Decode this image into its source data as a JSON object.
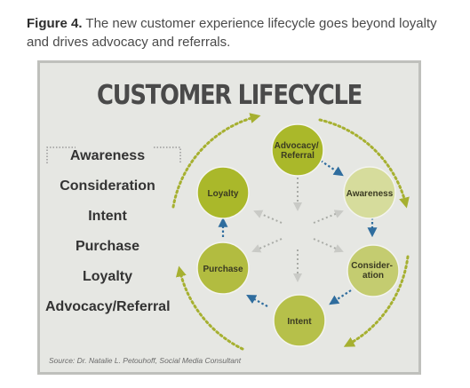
{
  "caption": {
    "label": "Figure 4.",
    "text": "The new customer experience lifecycle goes beyond loyalty and drives advocacy and referrals."
  },
  "diagram": {
    "title": "CUSTOMER LIFECYCLE",
    "stages": [
      "Awareness",
      "Consideration",
      "Intent",
      "Purchase",
      "Loyalty",
      "Advocacy/Referral"
    ],
    "nodes": [
      {
        "id": "advocacy",
        "lines": [
          "Advocacy/",
          "Referral"
        ],
        "color": "#aab82a"
      },
      {
        "id": "awareness",
        "lines": [
          "Awareness"
        ],
        "color": "#d6dc9c"
      },
      {
        "id": "consideration",
        "lines": [
          "Consider-",
          "ation"
        ],
        "color": "#c4cc70"
      },
      {
        "id": "intent",
        "lines": [
          "Intent"
        ],
        "color": "#b6c04a"
      },
      {
        "id": "purchase",
        "lines": [
          "Purchase"
        ],
        "color": "#b2bc40"
      },
      {
        "id": "loyalty",
        "lines": [
          "Loyalty"
        ],
        "color": "#aab82a"
      }
    ],
    "source": "Source: Dr. Natalie L. Petouhoff, Social Media Consultant"
  },
  "colors": {
    "panel_bg": "#e6e7e3",
    "arrow_blue": "#2f6d9e",
    "dotted_green": "#a6b030",
    "center_gray": "#a9aba6"
  }
}
